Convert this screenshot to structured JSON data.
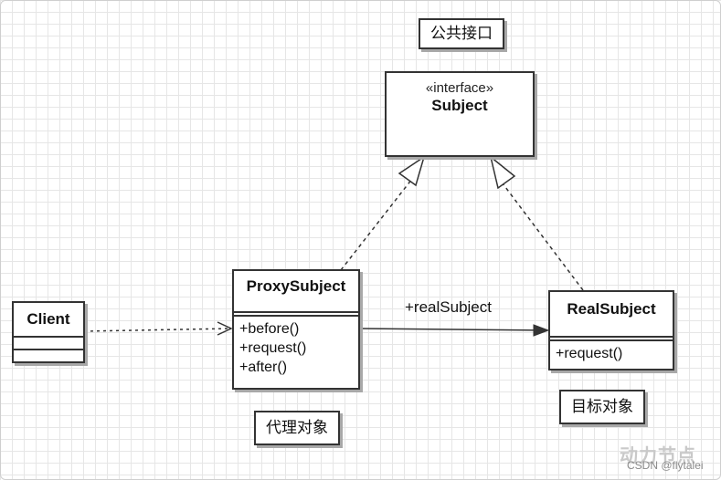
{
  "notes": {
    "public_interface": "公共接口",
    "proxy_object": "代理对象",
    "target_object": "目标对象"
  },
  "subject": {
    "stereotype": "«interface»",
    "name": "Subject"
  },
  "proxy_subject": {
    "name": "ProxySubject",
    "operations": [
      "+before()",
      "+request()",
      "+after()"
    ]
  },
  "real_subject": {
    "name": "RealSubject",
    "operations": [
      "+request()"
    ]
  },
  "client": {
    "name": "Client"
  },
  "association_label": "+realSubject",
  "watermark": {
    "logo_text": "动力节点",
    "credit": "CSDN @flytalei"
  }
}
